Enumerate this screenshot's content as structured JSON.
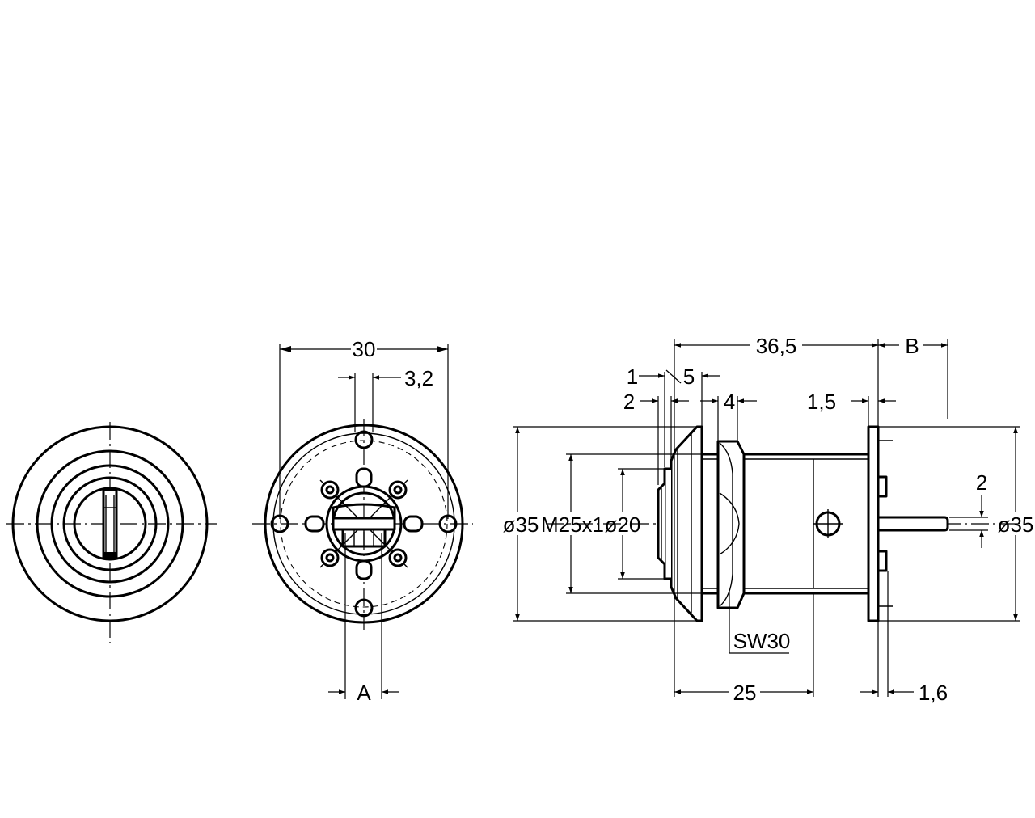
{
  "labels": {
    "front_width": "30",
    "hole_dia": "3,2",
    "front_a": "A",
    "total_length": "36,5",
    "cam_length": "B",
    "face_1": "1",
    "face_5": "5",
    "face_2": "2",
    "nut_4": "4",
    "plate_1_5": "1,5",
    "outer_dia_left": "ø35",
    "thread": "M25x1",
    "inner_dia": "ø20",
    "cam_2": "2",
    "outer_dia_right": "ø35",
    "wrench": "SW30",
    "body_25": "25",
    "plate_1_6": "1,6"
  }
}
